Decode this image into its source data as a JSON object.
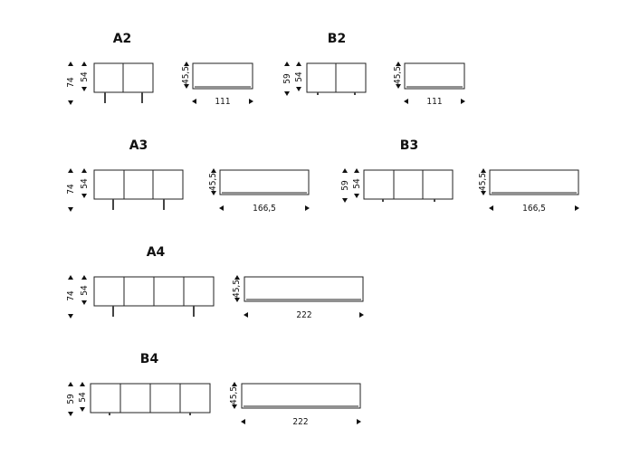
{
  "modules": [
    {
      "id": "A2",
      "title": "A2",
      "h_total": "74",
      "h_body": "54",
      "depth": "45,5",
      "width": "111",
      "doors": 2,
      "legs": "tall"
    },
    {
      "id": "B2",
      "title": "B2",
      "h_total": "59",
      "h_body": "54",
      "depth": "45,5",
      "width": "111",
      "doors": 2,
      "legs": "short"
    },
    {
      "id": "A3",
      "title": "A3",
      "h_total": "74",
      "h_body": "54",
      "depth": "45,5",
      "width": "166,5",
      "doors": 3,
      "legs": "tall"
    },
    {
      "id": "B3",
      "title": "B3",
      "h_total": "59",
      "h_body": "54",
      "depth": "45,5",
      "width": "166,5",
      "doors": 3,
      "legs": "short"
    },
    {
      "id": "A4",
      "title": "A4",
      "h_total": "74",
      "h_body": "54",
      "depth": "45,5",
      "width": "222",
      "doors": 4,
      "legs": "tall"
    },
    {
      "id": "B4",
      "title": "B4",
      "h_total": "59",
      "h_body": "54",
      "depth": "45,5",
      "width": "222",
      "doors": 4,
      "legs": "short"
    }
  ]
}
